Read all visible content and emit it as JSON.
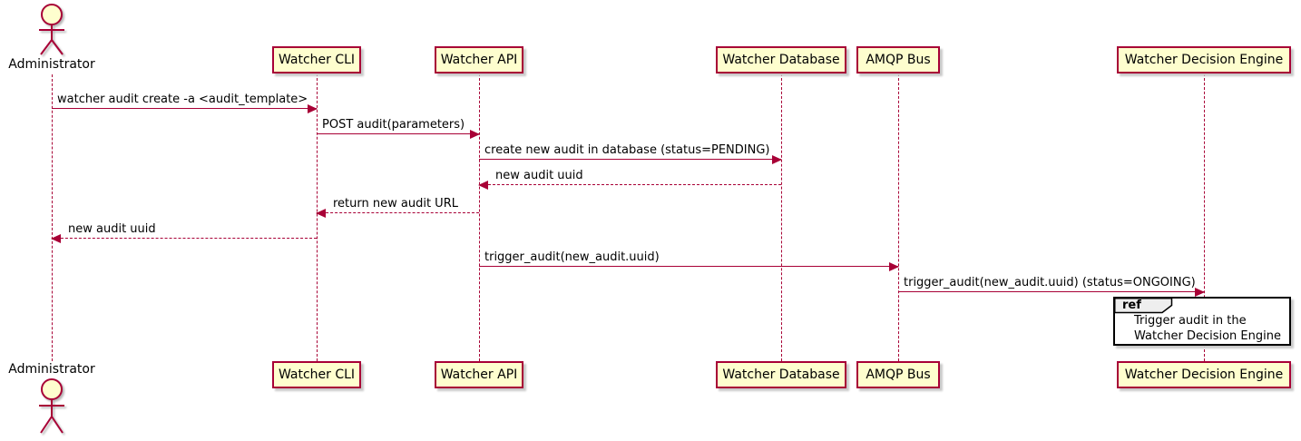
{
  "diagram": {
    "actor": {
      "name": "Administrator"
    },
    "participants": [
      {
        "id": "cli",
        "label": "Watcher CLI"
      },
      {
        "id": "api",
        "label": "Watcher API"
      },
      {
        "id": "db",
        "label": "Watcher Database"
      },
      {
        "id": "amqp",
        "label": "AMQP Bus"
      },
      {
        "id": "wde",
        "label": "Watcher Decision Engine"
      }
    ],
    "messages": [
      {
        "from": "Administrator",
        "to": "Watcher CLI",
        "label": "watcher audit create -a <audit_template>",
        "line": "solid"
      },
      {
        "from": "Watcher CLI",
        "to": "Watcher API",
        "label": "POST audit(parameters)",
        "line": "solid"
      },
      {
        "from": "Watcher API",
        "to": "Watcher Database",
        "label": "create new audit in database (status=PENDING)",
        "line": "solid"
      },
      {
        "from": "Watcher Database",
        "to": "Watcher API",
        "label": "new audit uuid",
        "line": "dashed"
      },
      {
        "from": "Watcher API",
        "to": "Watcher CLI",
        "label": "return new audit URL",
        "line": "dashed"
      },
      {
        "from": "Watcher CLI",
        "to": "Administrator",
        "label": "new audit uuid",
        "line": "dashed"
      },
      {
        "from": "Watcher API",
        "to": "AMQP Bus",
        "label": "trigger_audit(new_audit.uuid)",
        "line": "solid"
      },
      {
        "from": "AMQP Bus",
        "to": "Watcher Decision Engine",
        "label": "trigger_audit(new_audit.uuid) (status=ONGOING)",
        "line": "solid"
      }
    ],
    "ref": {
      "tag": "ref",
      "lines": [
        "Trigger audit in the",
        "Watcher Decision Engine"
      ]
    },
    "colors": {
      "border": "#A80036",
      "participant_fill": "#FEFECE",
      "ref_border": "#000000",
      "ref_tag_fill": "#EEEEEE"
    }
  }
}
